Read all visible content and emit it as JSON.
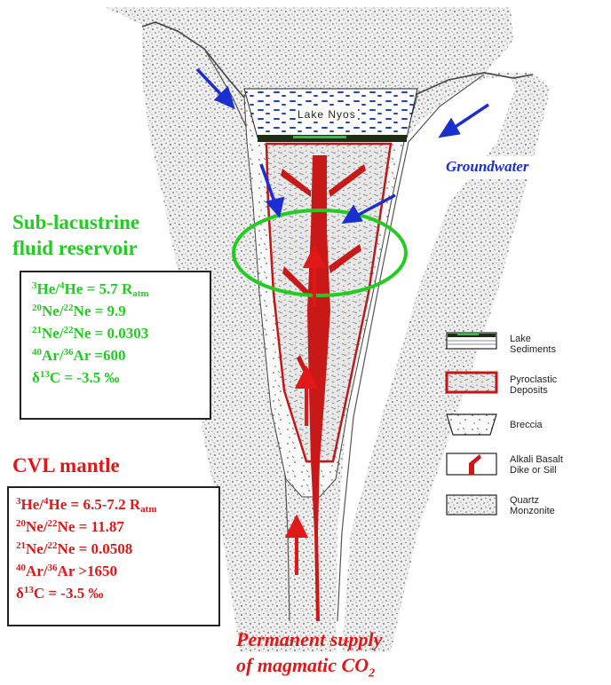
{
  "lake_label": "Lake Nyos",
  "groundwater_label": "Groundwater",
  "reservoir": {
    "title_line1": "Sub-lacustrine",
    "title_line2": "fluid reservoir",
    "color": "#22cc22",
    "he_iso_a": "3",
    "he_a": "He/",
    "he_iso_b": "4",
    "he_b": "He = 5.7 R",
    "he_sub": "atm",
    "ne1_iso_a": "20",
    "ne1_a": "Ne/",
    "ne1_iso_b": "22",
    "ne1_b": "Ne = 9.9",
    "ne2_iso_a": "21",
    "ne2_a": "Ne/",
    "ne2_iso_b": "22",
    "ne2_b": "Ne = 0.0303",
    "ar_iso_a": "40",
    "ar_a": "Ar/",
    "ar_iso_b": "36",
    "ar_b": "Ar =600",
    "c_pre": "δ",
    "c_iso": "13",
    "c_b": "C = -3.5 ‰"
  },
  "mantle": {
    "title": "CVL mantle",
    "color": "#e01818",
    "he_iso_a": "3",
    "he_a": "He/",
    "he_iso_b": "4",
    "he_b": "He = 6.5-7.2 R",
    "he_sub": "atm",
    "ne1_iso_a": "20",
    "ne1_a": "Ne/",
    "ne1_iso_b": "22",
    "ne1_b": "Ne = 11.87",
    "ne2_iso_a": "21",
    "ne2_a": "Ne/",
    "ne2_iso_b": "22",
    "ne2_b": "Ne = 0.0508",
    "ar_iso_a": "40",
    "ar_a": "Ar/",
    "ar_iso_b": "36",
    "ar_b": "Ar >1650",
    "c_pre": "δ",
    "c_iso": "13",
    "c_b": "C = -3.5 ‰"
  },
  "supply": {
    "line1": "Permanent supply",
    "line2": "of magmatic CO",
    "line2_sub": "2"
  },
  "legend": {
    "lake_sediments_1": "Lake",
    "lake_sediments_2": "Sediments",
    "pyroclastic_1": "Pyroclastic",
    "pyroclastic_2": "Deposits",
    "breccia": "Breccia",
    "basalt_1": "Alkali Basalt",
    "basalt_2": "Dike or Sill",
    "quartz_1": "Quartz",
    "quartz_2": "Monzonite"
  },
  "colors": {
    "arrow_blue": "#1a2fd0",
    "arrow_red": "#e01818",
    "lake_dash": "#1f3fd8",
    "ellipse": "#22cc22",
    "rock": "#ececec",
    "breccia": "#f6f6f6",
    "pyroclastic_border": "#c01818"
  },
  "icons": {
    "arrows": "arrow-icon",
    "ellipse": "ellipse-marker"
  }
}
